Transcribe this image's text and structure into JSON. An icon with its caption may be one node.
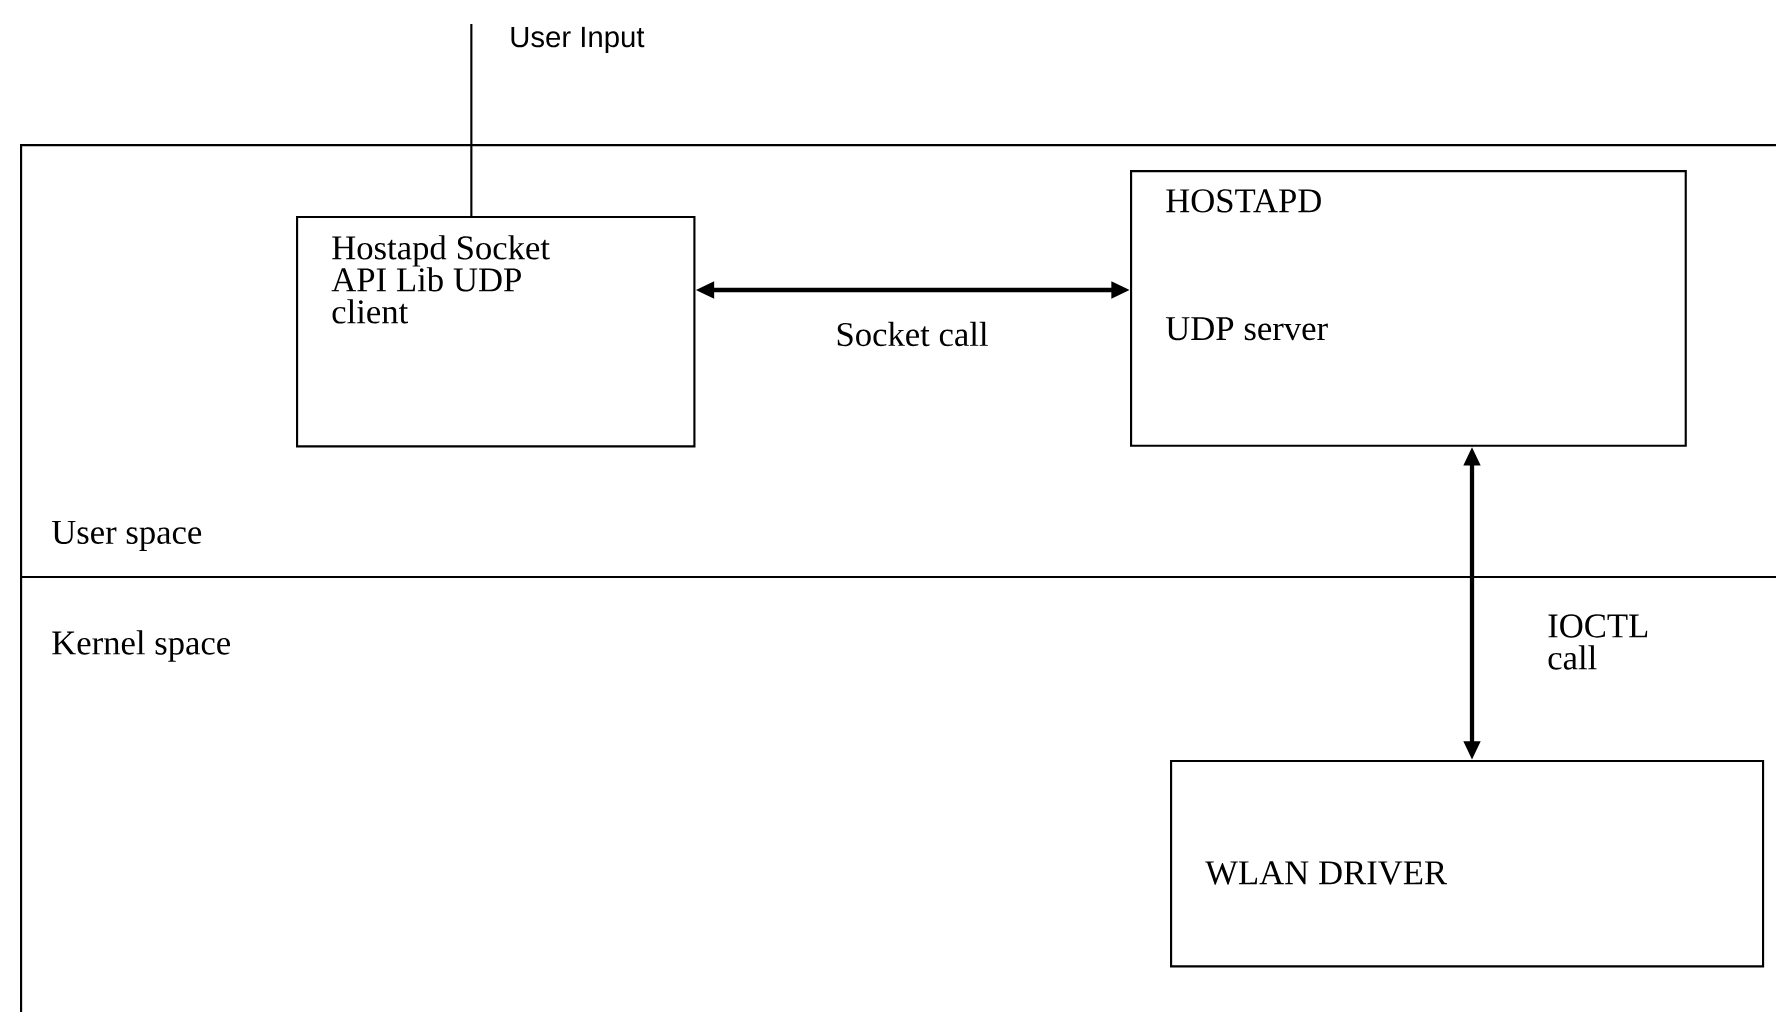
{
  "diagram": {
    "nodes": [
      {
        "text": [
          "User space"
        ]
      },
      {
        "text": [
          "Hostapd Socket API Lib UDP client"
        ],
        "in": 0
      },
      {
        "text": [
          "HOSTAPD",
          "UDP server"
        ],
        "in": 0
      },
      {
        "text": [
          "Kernel space"
        ]
      },
      {
        "text": [
          "WLAN DRIVER"
        ],
        "in": 3
      },
      {
        "text": [
          "User Input"
        ]
      }
    ],
    "edges": [
      {
        "from": 5,
        "to": 1,
        "arrow": "none"
      },
      {
        "from": 1,
        "to": 2,
        "arrow": "both",
        "label": "Socket call"
      },
      {
        "from": 2,
        "to": 4,
        "arrow": "both",
        "label": "IOCTL call"
      }
    ]
  }
}
